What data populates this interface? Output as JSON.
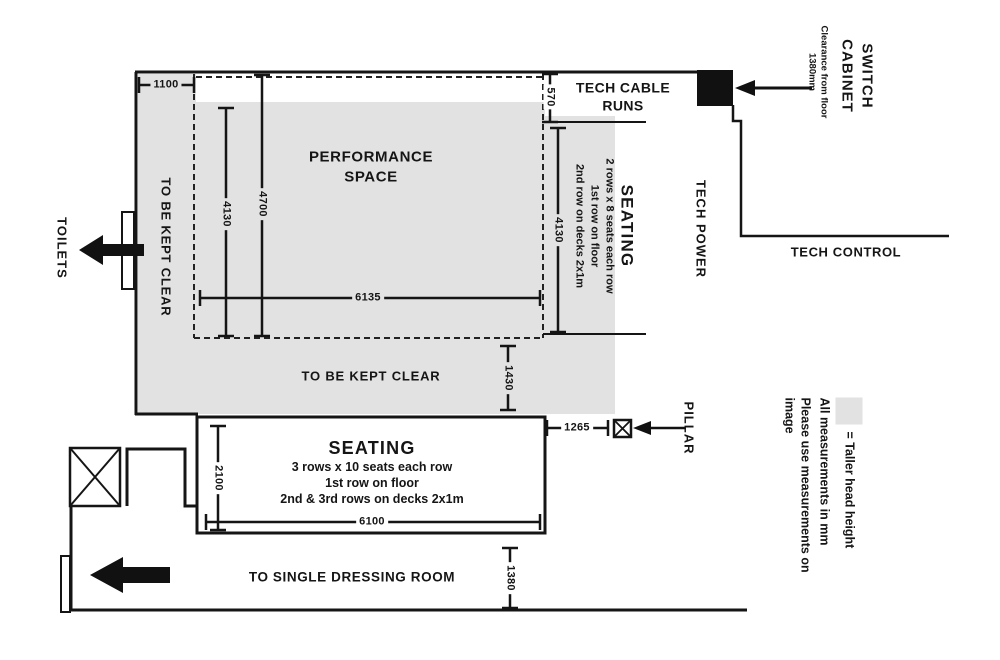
{
  "colors": {
    "line": "#151515",
    "shade": "#e2e2e2",
    "background": "#ffffff"
  },
  "rooms": {
    "performance_space": {
      "label_line1": "PERFORMANCE",
      "label_line2": "SPACE"
    },
    "keep_clear_left": {
      "label": "TO BE KEPT CLEAR"
    },
    "keep_clear_bottom": {
      "label": "TO BE KEPT CLEAR"
    },
    "tech_cable_runs": {
      "label_line1": "TECH CABLE",
      "label_line2": "RUNS"
    },
    "side_seating": {
      "title": "SEATING",
      "line1": "2 rows x 8 seats each row",
      "line2": "1st row on floor",
      "line3": "2nd row on decks 2x1m"
    },
    "main_seating": {
      "title": "SEATING",
      "line1": "3 rows x 10 seats each row",
      "line2": "1st row on floor",
      "line3": "2nd & 3rd rows on decks 2x1m"
    },
    "tech_power": {
      "label": "TECH POWER"
    },
    "tech_control": {
      "label": "TECH CONTROL"
    },
    "switch_cabinet": {
      "label_line1": "SWITCH",
      "label_line2": "CABINET",
      "note_line1": "Clearance from floor",
      "note_line2": "1380mm"
    },
    "toilets": {
      "label": "TOILETS"
    },
    "pillar": {
      "label": "PILLAR"
    },
    "dressing_room": {
      "label": "TO SINGLE DRESSING ROOM"
    }
  },
  "dimensions": {
    "top_left_width": "1100",
    "cable_run_depth": "570",
    "perf_height_outer": "4700",
    "perf_height_inner": "4130",
    "perf_width": "6135",
    "side_seating_height": "4130",
    "keep_clear_depth": "1430",
    "pillar_offset": "1265",
    "main_seating_depth": "2100",
    "main_seating_width": "6100",
    "corridor_width": "1380"
  },
  "legend": {
    "shade_meaning": "= Taller head height",
    "units_note": "All measurements in mm",
    "usage_note": "Please use measurements on image"
  }
}
